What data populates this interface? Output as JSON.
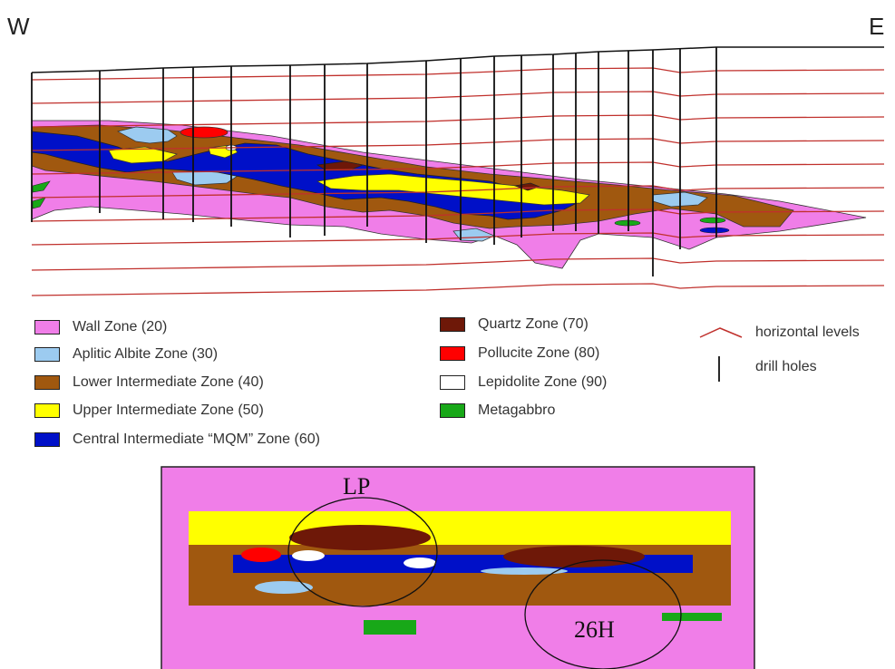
{
  "directions": {
    "west": "W",
    "east": "E"
  },
  "colors": {
    "wall": "#f07ee8",
    "aplitic_albite": "#9ccbf0",
    "lower_intermediate": "#a0580f",
    "upper_intermediate": "#ffff00",
    "central_intermediate": "#0010c8",
    "quartz": "#6e1808",
    "pollucite": "#ff0000",
    "lepidolite": "#ffffff",
    "metagabbro": "#18a818",
    "horizontal_level": "#c0302c",
    "drill_hole": "#111111"
  },
  "legend": {
    "zones": [
      {
        "label": "Wall Zone (20)",
        "color": "#f07ee8"
      },
      {
        "label": "Aplitic Albite Zone (30)",
        "color": "#9ccbf0"
      },
      {
        "label": "Lower Intermediate Zone (40)",
        "color": "#a0580f"
      },
      {
        "label": "Upper Intermediate Zone (50)",
        "color": "#ffff00"
      },
      {
        "label": "Central Intermediate “MQM” Zone (60)",
        "color": "#0010c8"
      },
      {
        "label": "Quartz Zone (70)",
        "color": "#6e1808"
      },
      {
        "label": "Pollucite Zone (80)",
        "color": "#ff0000"
      },
      {
        "label": "Lepidolite Zone (90)",
        "color": "#ffffff"
      },
      {
        "label": "Metagabbro",
        "color": "#18a818"
      }
    ],
    "symbols": {
      "horizontal_levels": "horizontal levels",
      "drill_holes": "drill holes"
    }
  },
  "model": {
    "label_lp": "LP",
    "label_26h": "26H"
  }
}
